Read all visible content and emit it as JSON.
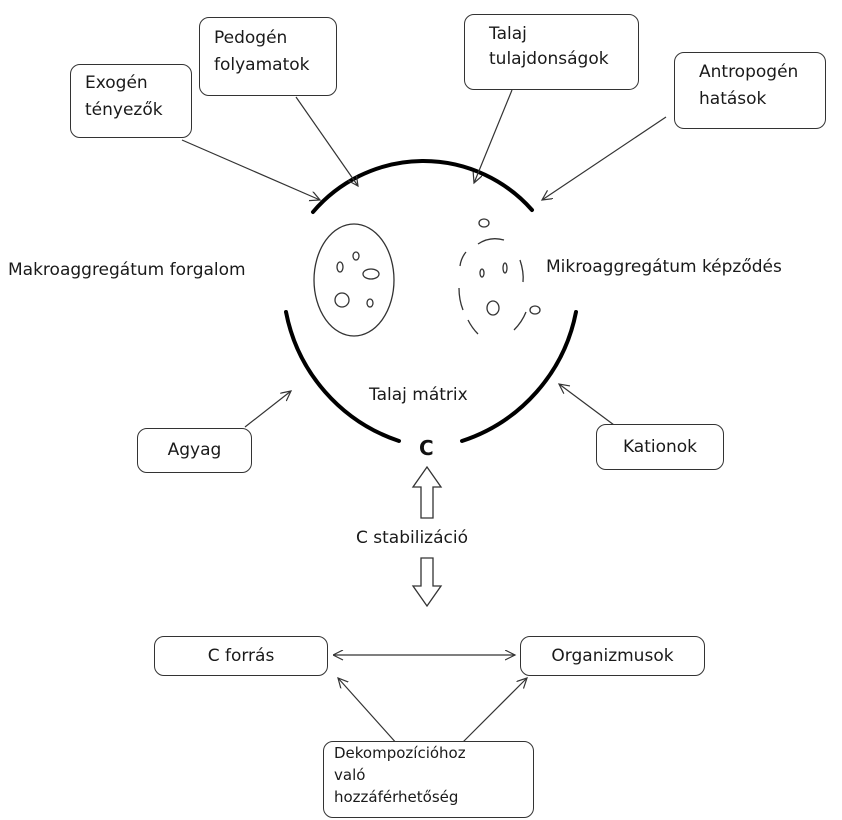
{
  "factors_top": {
    "exogen": [
      "Exogén",
      "tényezők"
    ],
    "pedogen": [
      "Pedogén",
      "folyamatok"
    ],
    "talaj_tul": [
      "Talaj",
      "tulajdonságok"
    ],
    "antropogen": [
      "Antropogén",
      "hatások"
    ]
  },
  "labels": {
    "makro": "Makroaggregátum forgalom",
    "mikro": "Mikroaggregátum képződés",
    "matrix": "Talaj mátrix",
    "carbon": "C",
    "stabilizacio": "C stabilizáció"
  },
  "factors_side": {
    "agyag": "Agyag",
    "kationok": "Kationok"
  },
  "bottom": {
    "c_forras": "C forrás",
    "organizmusok": "Organizmusok",
    "dekompozicio": [
      "Dekompozícióhoz",
      "való",
      "hozzáférhetőség"
    ]
  }
}
